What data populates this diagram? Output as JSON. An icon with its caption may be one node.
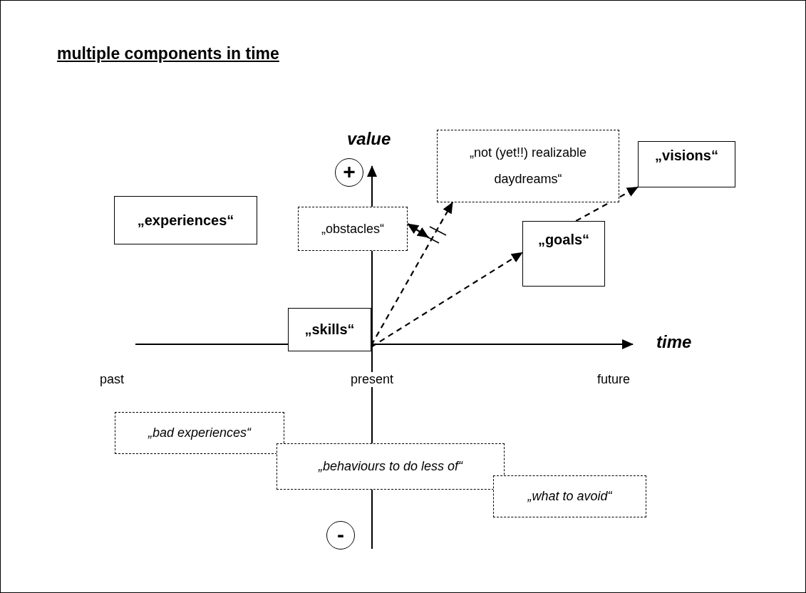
{
  "diagram": {
    "title": "multiple components in time",
    "nodes": [
      {
        "text": [
          "+"
        ]
      },
      {
        "text": [
          "„not (yet!!) realizable daydreams“"
        ]
      },
      {
        "text": [
          "„visions“"
        ]
      },
      {
        "text": [
          "„experiences“"
        ]
      },
      {
        "text": [
          "„obstacles“"
        ]
      },
      {
        "text": [
          "„goals“"
        ]
      },
      {
        "text": [
          "„skills“"
        ]
      },
      {
        "text": [
          "„bad experiences“"
        ]
      },
      {
        "text": [
          "„behaviours to do less of“"
        ]
      },
      {
        "text": [
          "„what to avoid“"
        ]
      },
      {
        "text": [
          "-"
        ]
      }
    ],
    "edges": [
      {
        "from": 6,
        "to": 1,
        "arrow": "to",
        "style": "dashed"
      },
      {
        "from": 4,
        "to": null,
        "arrow": "both"
      },
      {
        "from": 6,
        "to": 5,
        "arrow": "to",
        "style": "dashed"
      },
      {
        "from": 5,
        "to": 2,
        "arrow": "to",
        "style": "dashed"
      }
    ],
    "labels": [
      "value",
      "time",
      "past",
      "present",
      "future"
    ]
  }
}
